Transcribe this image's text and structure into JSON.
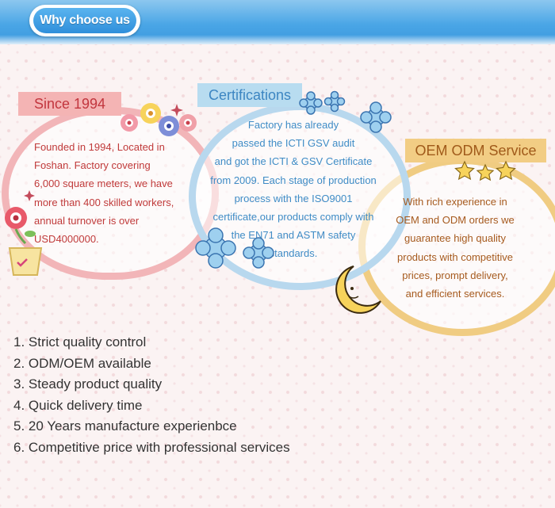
{
  "header": {
    "title": "Why choose us"
  },
  "sections": {
    "since": {
      "tag": "Since 1994",
      "lines": [
        "Founded in 1994, Located in",
        "Foshan. Factory covering",
        "6,000 square meters, we have",
        "more than 400 skilled workers,",
        "annual turnover is over",
        "USD4000000."
      ]
    },
    "cert": {
      "tag": "Certifications",
      "lines": [
        "Factory has already",
        "passed the ICTI  GSV audit",
        "and got the ICTI & GSV Certificate",
        "from 2009. Each stage of production",
        "process with the ISO9001",
        "certificate,our products comply with",
        "the EN71 and ASTM safety",
        "standards."
      ]
    },
    "oem": {
      "tag": "OEM ODM Service",
      "lines": [
        "With rich experience in",
        "OEM and ODM orders we",
        "guarantee high quality",
        "products with competitive",
        "prices, prompt delivery,",
        "and efficient services."
      ]
    }
  },
  "features": [
    "1. Strict quality control",
    "2. ODM/OEM available",
    "3. Steady product quality",
    "4. Quick delivery time",
    "5. 20 Years manufacture experienbce",
    "6. Competitive price with professional services"
  ],
  "colors": {
    "header_blue": "#3b98de",
    "since_pink": "#f2b5b8",
    "since_text": "#c03a3a",
    "cert_blue": "#b8d8ee",
    "cert_text": "#3f8cc6",
    "oem_gold": "#f0cc82",
    "oem_text": "#a65a1e"
  },
  "icons": [
    "flower-cluster-icon",
    "potted-flower-icon",
    "snowflake-cluster-icon",
    "crescent-moon-icon",
    "stars-icon",
    "sparkle-icon"
  ]
}
